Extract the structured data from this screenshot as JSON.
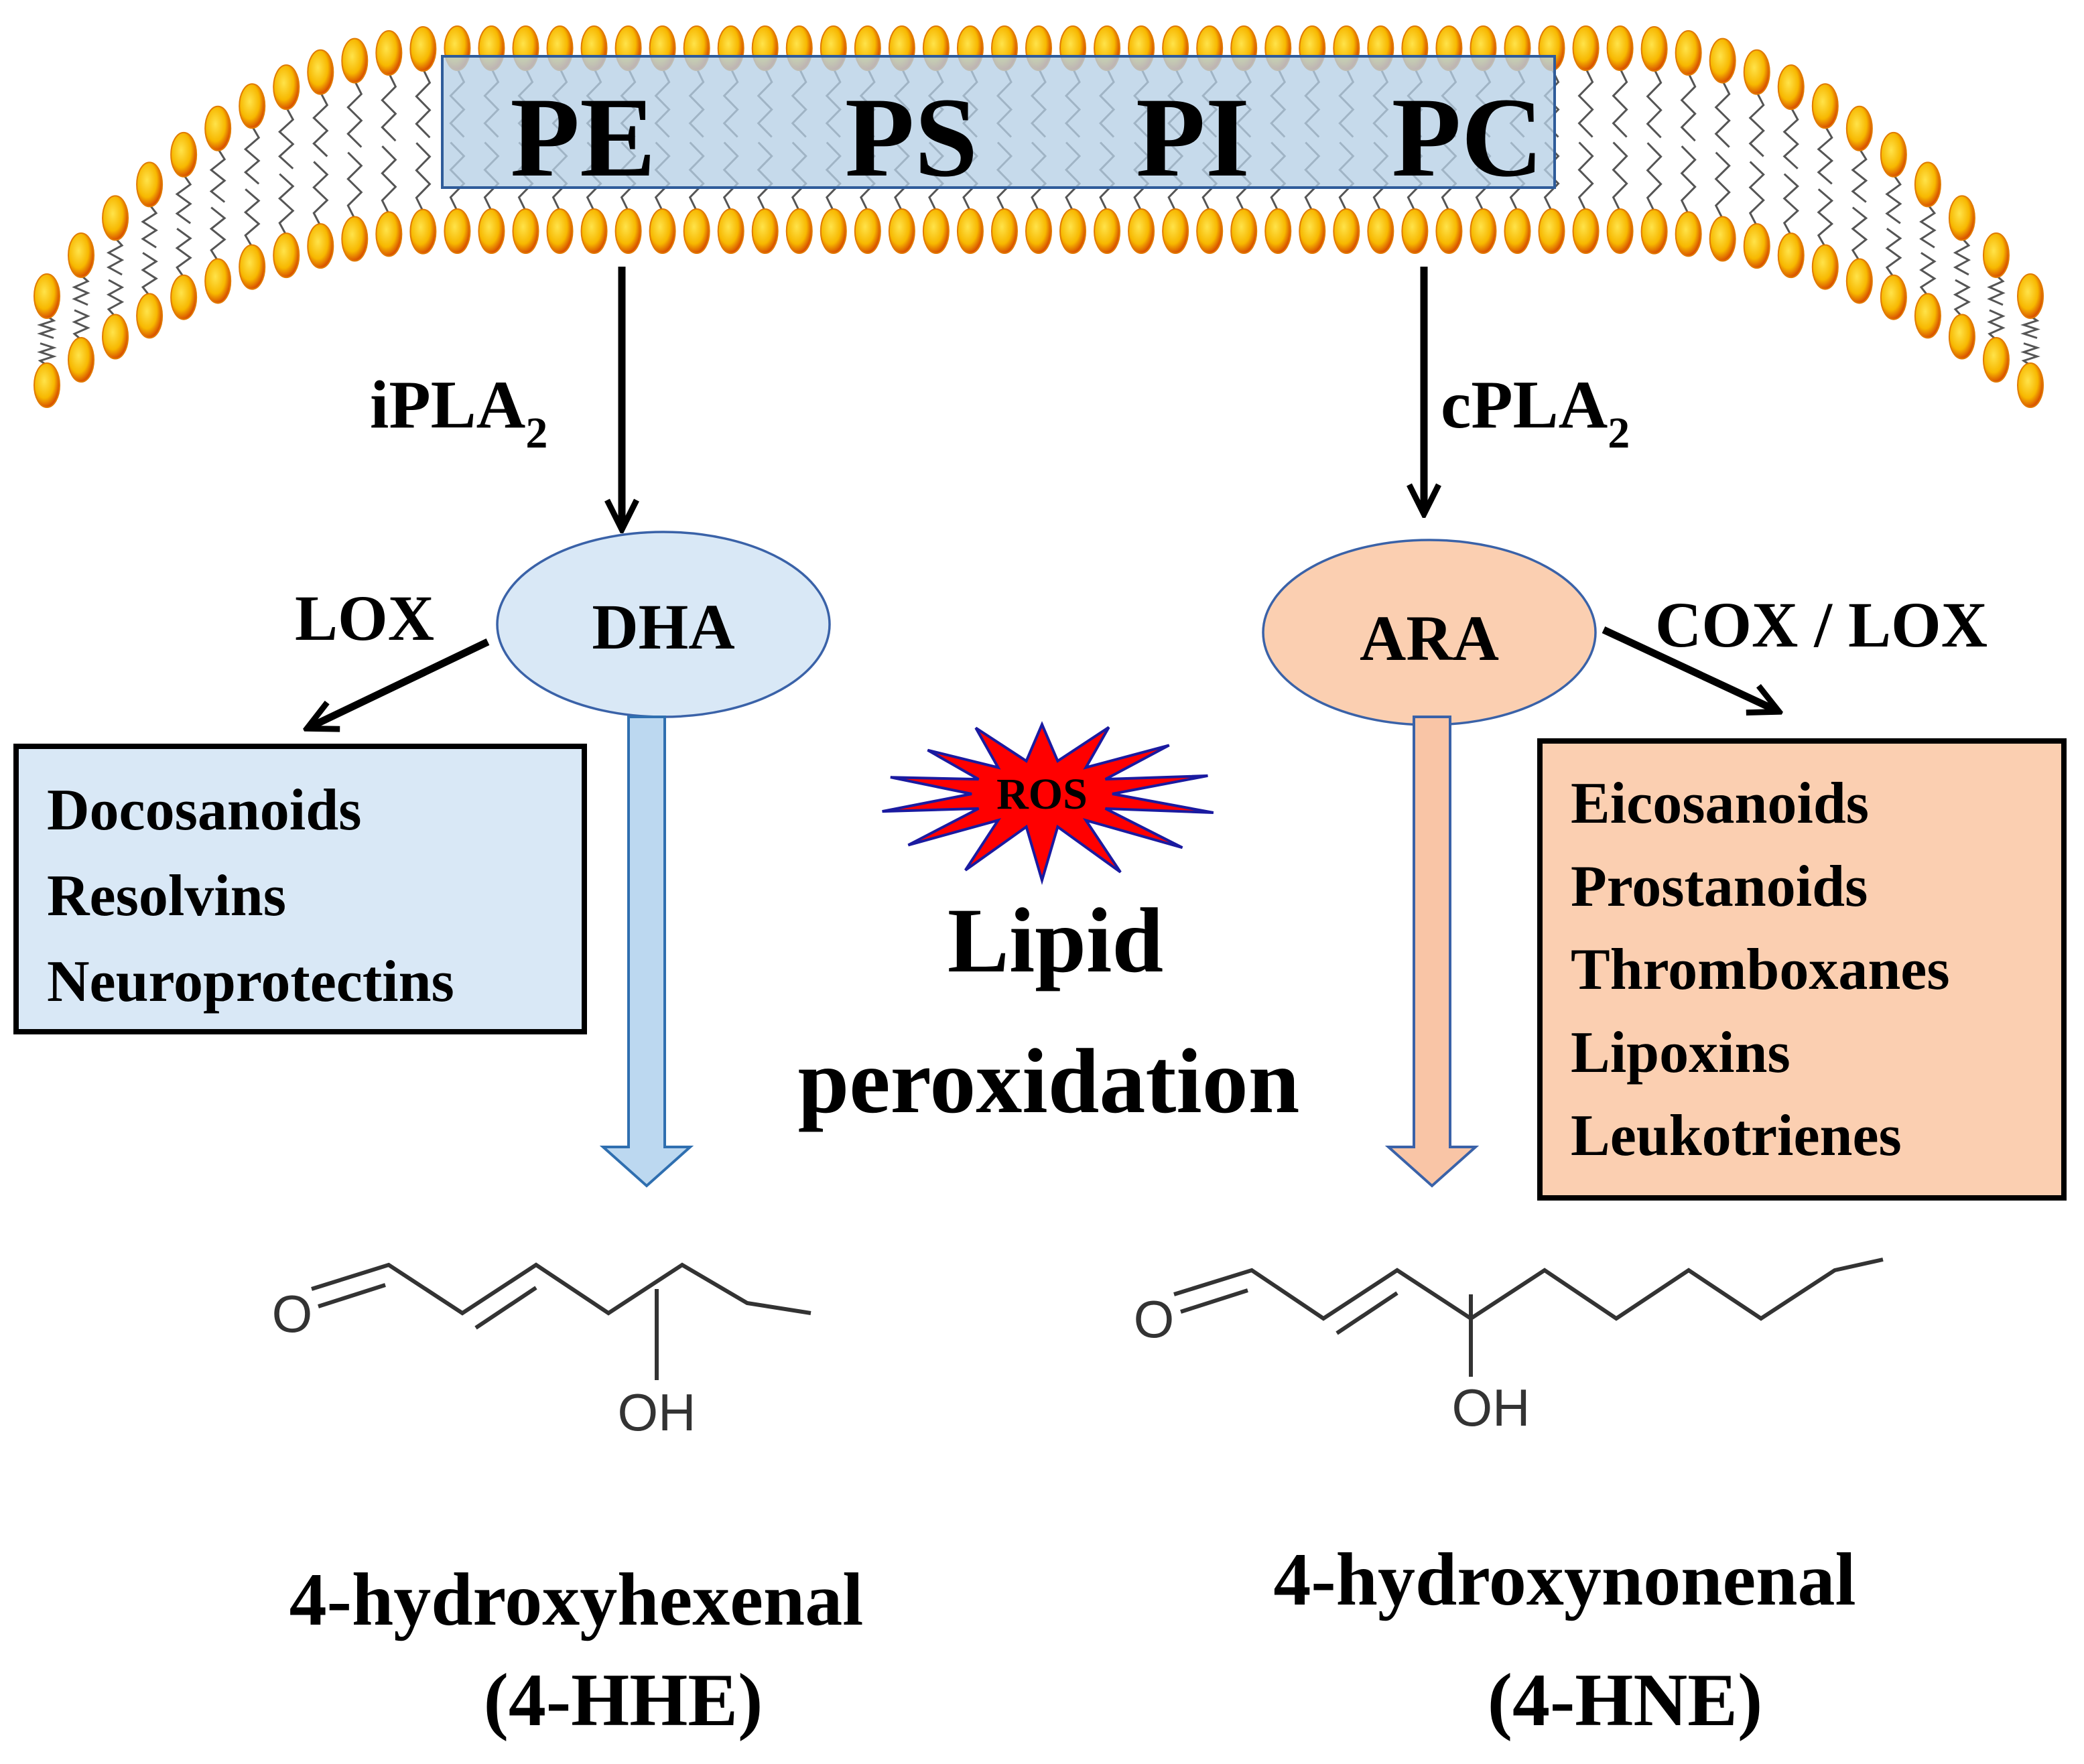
{
  "membrane": {
    "lipids": [
      "PE",
      "PS",
      "PI",
      "PC"
    ]
  },
  "left_pathway": {
    "enzyme": "iPLA",
    "enzyme_subscript": "2",
    "fatty_acid": "DHA",
    "branch_enzyme": "LOX",
    "products": [
      "Docosanoids",
      "Resolvins",
      "Neuroprotectins"
    ],
    "aldehyde_name": "4-hydroxyhexenal",
    "aldehyde_abbrev": "(4-HHE)",
    "oxygen_label": "O",
    "hydroxyl_label": "OH",
    "color_fill": "#d9e8f6",
    "color_arrow": "#bcd8f0"
  },
  "right_pathway": {
    "enzyme": "cPLA",
    "enzyme_subscript": "2",
    "fatty_acid": "ARA",
    "branch_enzyme": "COX / LOX",
    "products": [
      "Eicosanoids",
      "Prostanoids",
      "Thromboxanes",
      "Lipoxins",
      "Leukotrienes"
    ],
    "aldehyde_name": "4-hydroxynonenal",
    "aldehyde_abbrev": "(4-HNE)",
    "oxygen_label": "O",
    "hydroxyl_label": "OH",
    "color_fill": "#fbcfb1",
    "color_arrow": "#f9c5a6"
  },
  "center": {
    "ros_label": "ROS",
    "process_line1": "Lipid",
    "process_line2": "peroxidation",
    "ros_color": "#ff0000"
  }
}
